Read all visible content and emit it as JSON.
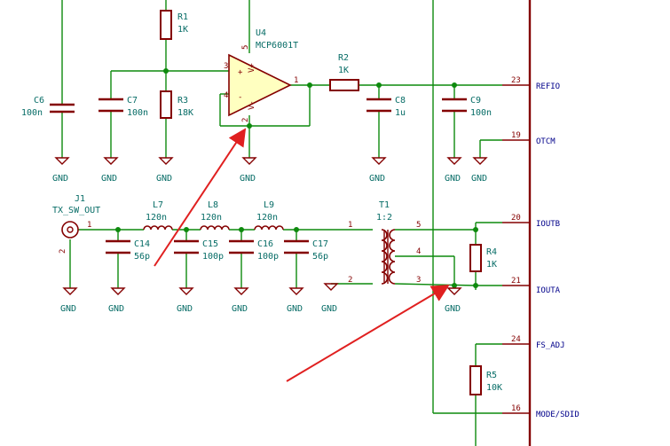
{
  "components": {
    "R1": {
      "ref": "R1",
      "value": "1K"
    },
    "R2": {
      "ref": "R2",
      "value": "1K"
    },
    "R3": {
      "ref": "R3",
      "value": "18K"
    },
    "R4": {
      "ref": "R4",
      "value": "1K"
    },
    "R5": {
      "ref": "R5",
      "value": "10K"
    },
    "C6": {
      "ref": "C6",
      "value": "100n"
    },
    "C7": {
      "ref": "C7",
      "value": "100n"
    },
    "C8": {
      "ref": "C8",
      "value": "1u"
    },
    "C9": {
      "ref": "C9",
      "value": "100n"
    },
    "C14": {
      "ref": "C14",
      "value": "56p"
    },
    "C15": {
      "ref": "C15",
      "value": "100p"
    },
    "C16": {
      "ref": "C16",
      "value": "100p"
    },
    "C17": {
      "ref": "C17",
      "value": "56p"
    },
    "L7": {
      "ref": "L7",
      "value": "120n"
    },
    "L8": {
      "ref": "L8",
      "value": "120n"
    },
    "L9": {
      "ref": "L9",
      "value": "120n"
    },
    "U4": {
      "ref": "U4",
      "value": "MCP6001T"
    },
    "J1": {
      "ref": "J1",
      "value": "TX_SW_OUT"
    },
    "T1": {
      "ref": "T1",
      "value": "1:2"
    }
  },
  "gnd_label": "GND",
  "ic_pins": [
    {
      "num": "23",
      "name": "REFIO"
    },
    {
      "num": "19",
      "name": "OTCM"
    },
    {
      "num": "20",
      "name": "IOUTB"
    },
    {
      "num": "21",
      "name": "IOUTA"
    },
    {
      "num": "24",
      "name": "FS_ADJ"
    },
    {
      "num": "16",
      "name": "MODE/SDID"
    }
  ],
  "opamp_pins": {
    "in_plus": "3",
    "in_minus": "4",
    "out": "1",
    "vplus": "5",
    "vminus": "2",
    "vplus_label": "V+",
    "vminus_label": "V-",
    "plus_sign": "+",
    "minus_sign": "-"
  },
  "pin_numbers": {
    "j1_p1": "1",
    "j1_p2": "2",
    "t1_p1": "1",
    "t1_p2": "2",
    "t1_p3": "3",
    "t1_p4": "4",
    "t1_p5": "5"
  },
  "colors": {
    "wire": "#0d8a0d",
    "part": "#840000",
    "annotation": "#e02020",
    "opamp_fill": "#ffffc0"
  }
}
